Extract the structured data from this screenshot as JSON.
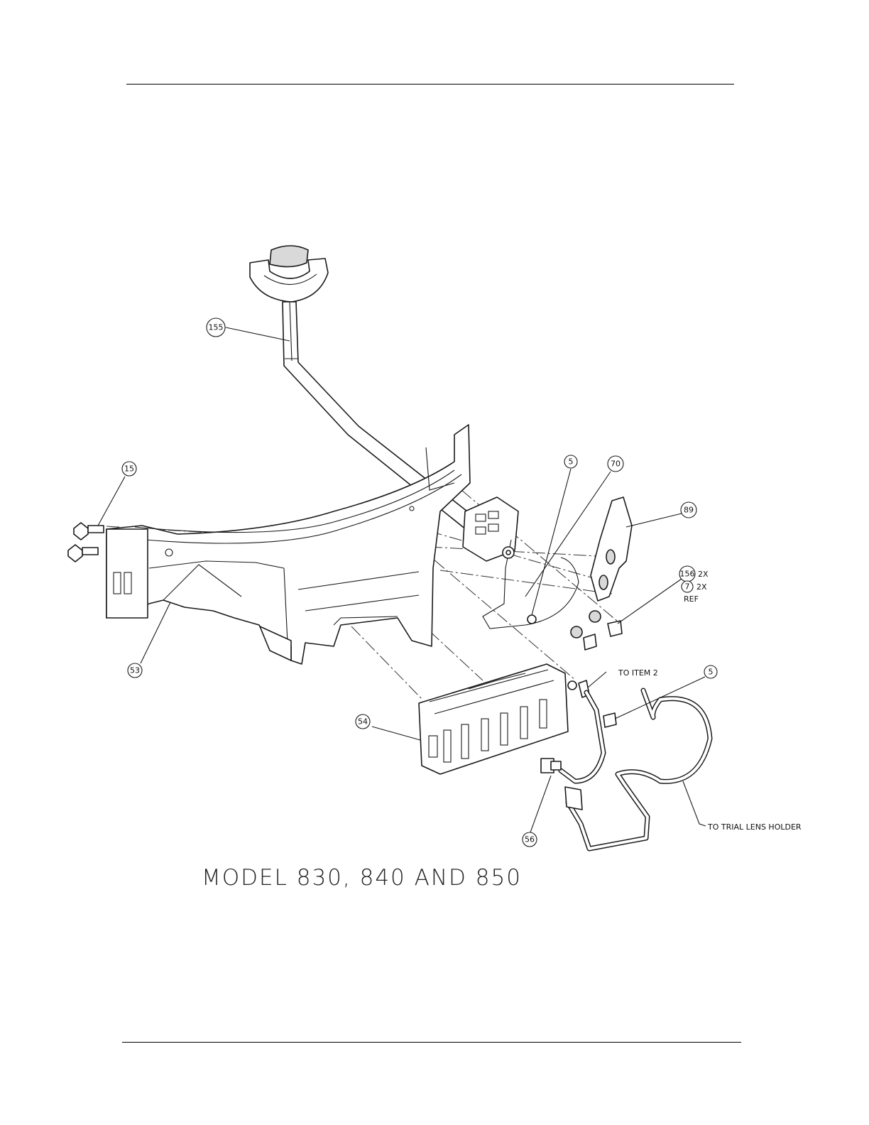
{
  "callouts": {
    "c155": "155",
    "c15": "15",
    "c53": "53",
    "c5a": "5",
    "c70": "70",
    "c89": "89",
    "c156": "156",
    "c7": "7",
    "c5b": "5",
    "c54": "54",
    "c56": "56"
  },
  "notes": {
    "qty_156": "2X",
    "qty_7": "2X",
    "ref": "REF",
    "to_item_2": "TO ITEM 2",
    "to_trial_lens_holder": "TO TRIAL LENS HOLDER"
  },
  "title": "MODEL 830, 840 AND 850"
}
